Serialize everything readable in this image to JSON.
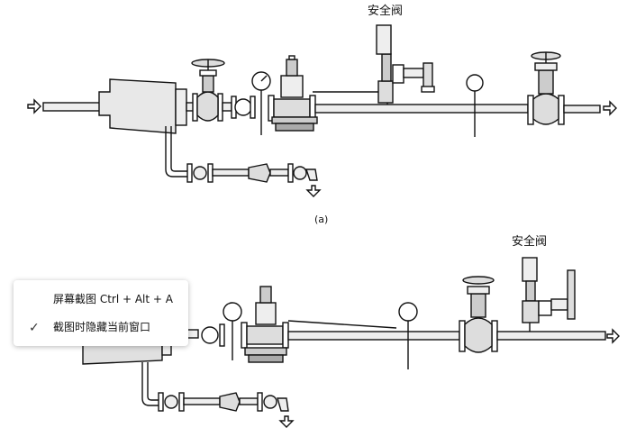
{
  "diagram": {
    "label_safety_valve_top": "安全阀",
    "label_safety_valve_bottom": "安全阀",
    "caption_top": "(a)"
  },
  "context_menu": {
    "items": [
      {
        "label": "屏幕截图 Ctrl + Alt + A",
        "checked": false
      },
      {
        "label": "截图时隐藏当前窗口",
        "checked": true,
        "check_icon": "checkmark-icon"
      }
    ]
  },
  "colors": {
    "line": "#111111",
    "fill_light": "#e9e9e9",
    "menu_bg": "#ffffff"
  }
}
